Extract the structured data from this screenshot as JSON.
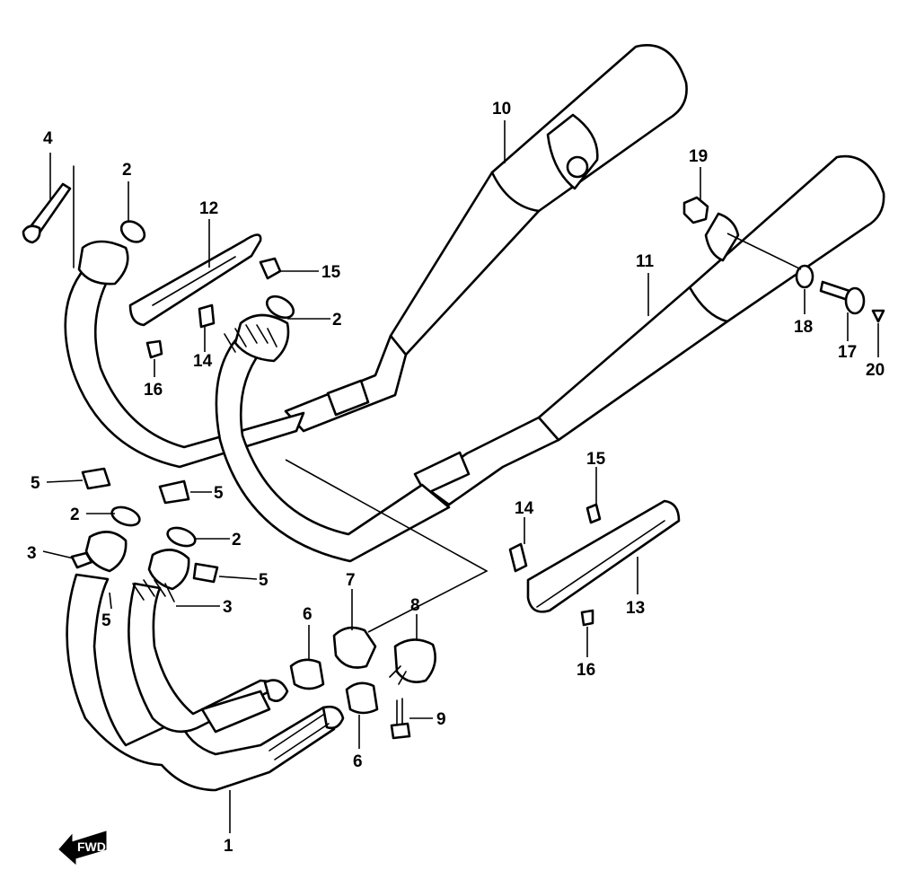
{
  "callouts": {
    "p1": "1",
    "p2a": "2",
    "p2b": "2",
    "p2c": "2",
    "p2d": "2",
    "p3a": "3",
    "p3b": "3",
    "p4": "4",
    "p5a": "5",
    "p5b": "5",
    "p5c": "5",
    "p5d": "5",
    "p6a": "6",
    "p6b": "6",
    "p7": "7",
    "p8": "8",
    "p9": "9",
    "p10": "10",
    "p11": "11",
    "p12": "12",
    "p13": "13",
    "p14a": "14",
    "p14b": "14",
    "p15a": "15",
    "p15b": "15",
    "p16a": "16",
    "p16b": "16",
    "p17": "17",
    "p18": "18",
    "p19": "19",
    "p20": "20"
  },
  "fwd_label": "FWD",
  "colors": {
    "line": "#000000",
    "background": "#ffffff"
  }
}
